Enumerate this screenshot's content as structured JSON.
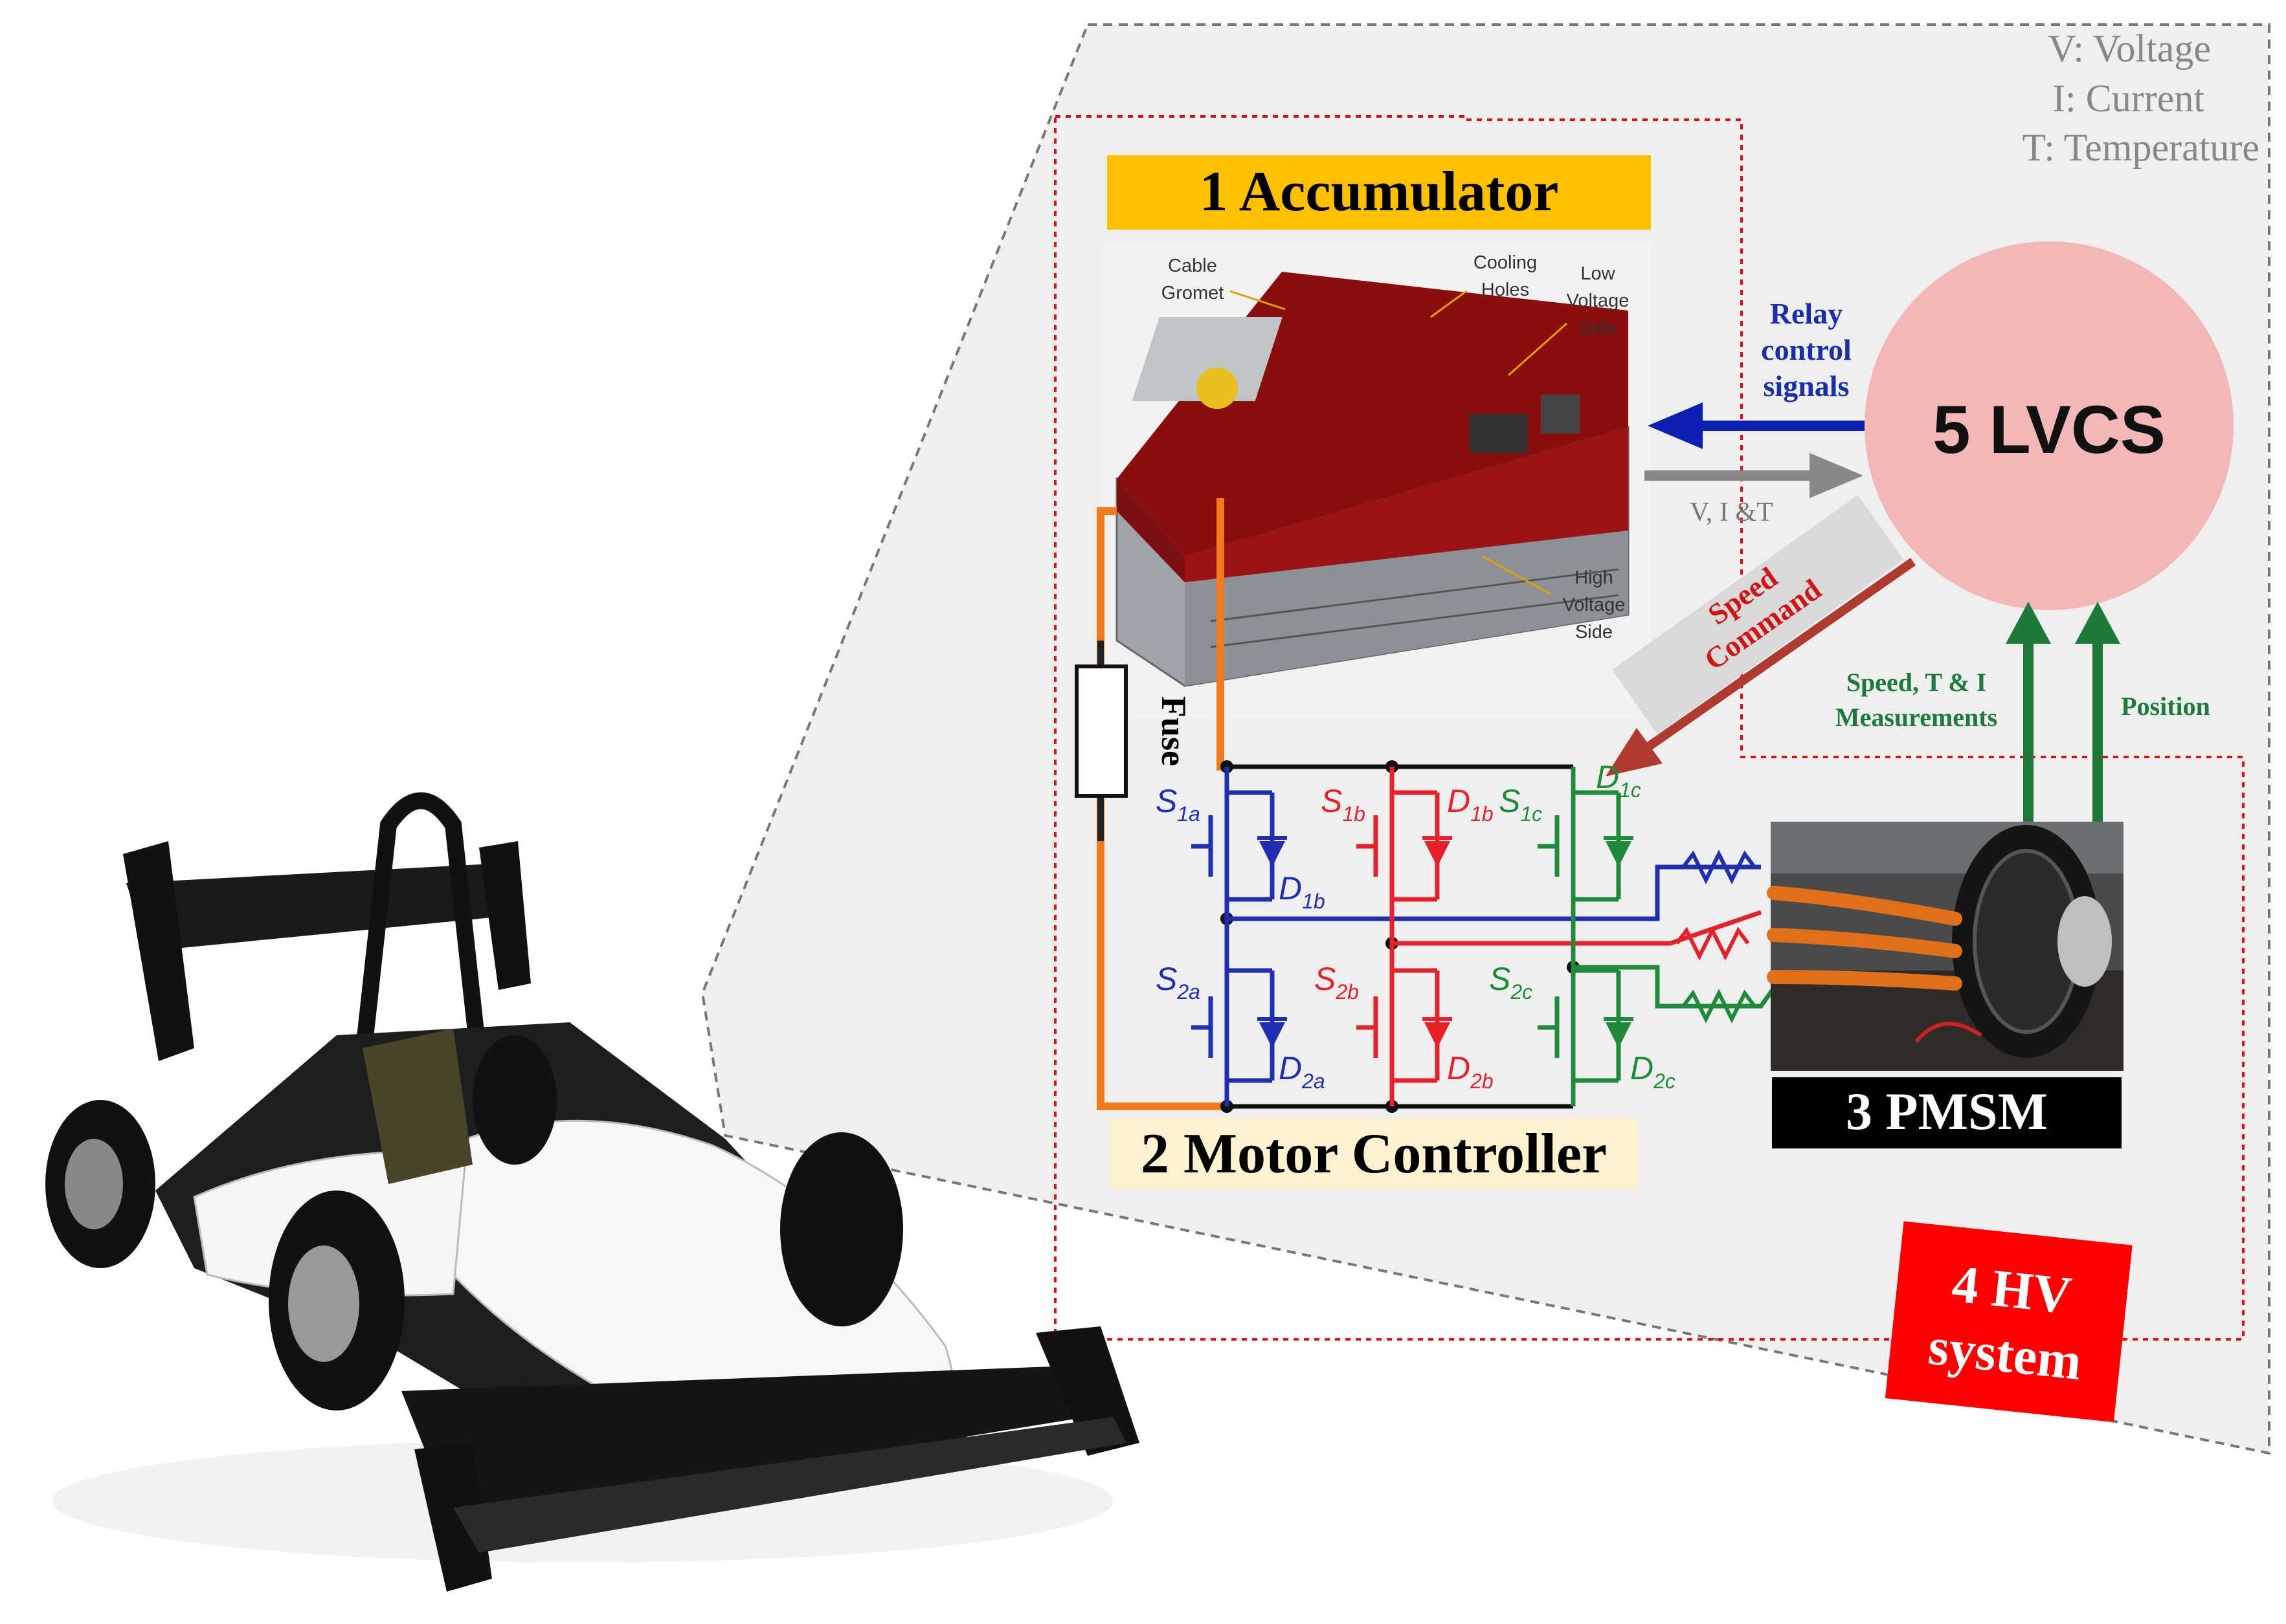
{
  "legend": {
    "voltage": "V: Voltage",
    "current": "I: Current",
    "temperature": "T: Temperature"
  },
  "accumulator": {
    "title": "1 Accumulator",
    "callout_cable_line1": "Cable",
    "callout_cable_line2": "Gromet",
    "callout_cooling_line1": "Cooling",
    "callout_cooling_line2": "Holes",
    "callout_low_line1": "Low",
    "callout_low_line2": "Voltage",
    "callout_low_line3": "Side",
    "callout_high_line1": "High",
    "callout_high_line2": "Voltage",
    "callout_high_line3": "Side"
  },
  "lvcs": {
    "label": "5 LVCS"
  },
  "signals": {
    "relay_line1": "Relay",
    "relay_line2": "control",
    "relay_line3": "signals",
    "vit": "V, I &T",
    "speed_command_line1": "Speed",
    "speed_command_line2": "Command",
    "speed_meas_line1": "Speed, T & I",
    "speed_meas_line2": "Measurements",
    "position": "Position"
  },
  "fuse": {
    "label": "Fuse"
  },
  "switches": {
    "s1a": "S",
    "s1a_sub": "1a",
    "s1b": "S",
    "s1b_sub": "1b",
    "s1c": "S",
    "s1c_sub": "1c",
    "s2a": "S",
    "s2a_sub": "2a",
    "s2b": "S",
    "s2b_sub": "2b",
    "s2c": "S",
    "s2c_sub": "2c",
    "d1b_left": "D",
    "d1b_left_sub": "1b",
    "d1b_right": "D",
    "d1b_right_sub": "1b",
    "d1c": "D",
    "d1c_sub": "1c",
    "d2a": "D",
    "d2a_sub": "2a",
    "d2b": "D",
    "d2b_sub": "2b",
    "d2c": "D",
    "d2c_sub": "2c"
  },
  "motor_controller": {
    "label": "2 Motor Controller"
  },
  "pmsm": {
    "label": "3 PMSM"
  },
  "hv_system": {
    "line1": "4 HV",
    "line2": "system"
  },
  "colors": {
    "phase_a": "#1f2fb0",
    "phase_b": "#e8202a",
    "phase_c": "#1f8a3a",
    "accumulator_label_bg": "#ffc000",
    "lvcs_fill": "#f4b7b7",
    "hv_label_bg": "#ff0000",
    "relay_arrow": "#0b1fb0",
    "speed_arrow": "#b03a2e",
    "meas_arrow": "#1e7a3a",
    "dc_link": "#f07a1c"
  }
}
